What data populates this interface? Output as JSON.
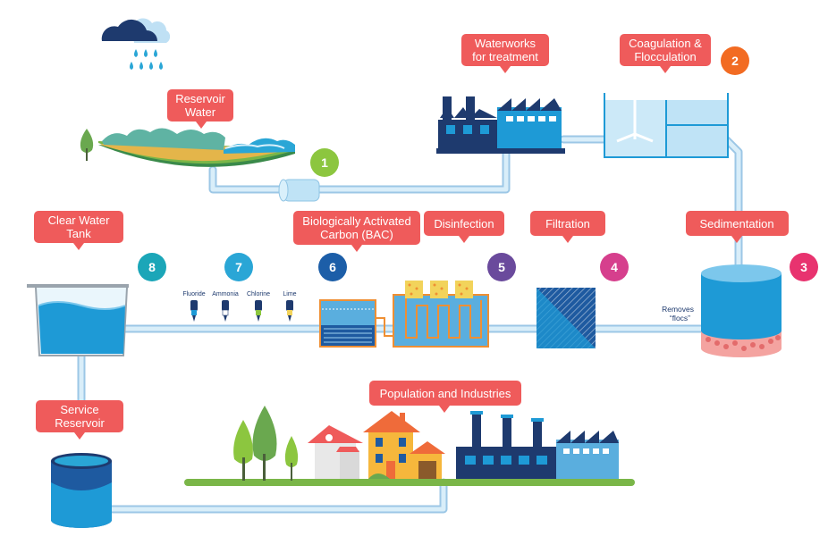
{
  "labels": {
    "reservoir": [
      "Reservoir",
      "Water"
    ],
    "waterworks": [
      "Waterworks",
      "for treatment"
    ],
    "coagulation": [
      "Coagulation &",
      "Flocculation"
    ],
    "sedimentation": "Sedimentation",
    "filtration": "Filtration",
    "disinfection": "Disinfection",
    "bac": [
      "Biologically Activated",
      "Carbon (BAC)"
    ],
    "clear_water": [
      "Clear Water",
      "Tank"
    ],
    "service_reservoir": [
      "Service",
      "Reservoir"
    ],
    "population": "Population and Industries"
  },
  "steps": [
    "1",
    "2",
    "3",
    "4",
    "5",
    "6",
    "7",
    "8"
  ],
  "chemicals": [
    "Fluoride",
    "Ammonia",
    "Chlorine",
    "Lime"
  ],
  "removes_note": [
    "Removes",
    "“flocs”"
  ],
  "colors": {
    "label_bg": "#ef5b5b",
    "pipe": "#cfe6f5",
    "pipe_edge": "#9cc7e6",
    "water": "#1e9ad6",
    "navy": "#1e3a6e",
    "ground": "#7ab648",
    "step_1": "#8cc63f",
    "step_2": "#f26b22",
    "step_3": "#e8336f",
    "step_4": "#d63f8d",
    "step_5": "#6a4a9c",
    "step_6": "#1c5ea8",
    "step_7": "#2aa6d6",
    "step_8": "#1ba6b8"
  }
}
